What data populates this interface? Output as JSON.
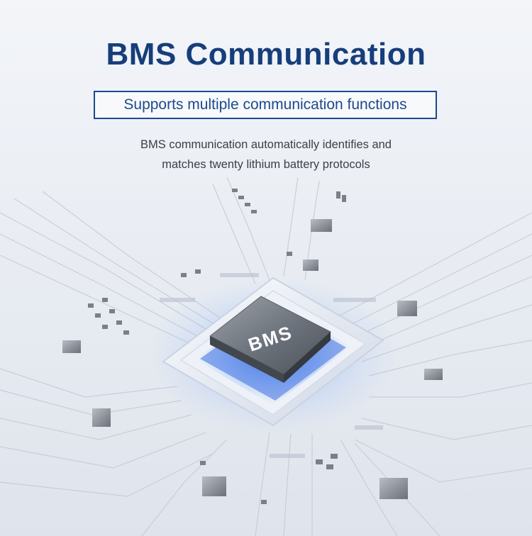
{
  "hero": {
    "title": "BMS Communication",
    "subtitle": "Supports multiple communication functions",
    "description_line1": "BMS communication automatically identifies and",
    "description_line2": "matches twenty lithium battery protocols"
  },
  "chip": {
    "label": "BMS"
  },
  "colors": {
    "title": "#163e7a",
    "border": "#1d4a8c",
    "glow": "#3a7bff"
  }
}
